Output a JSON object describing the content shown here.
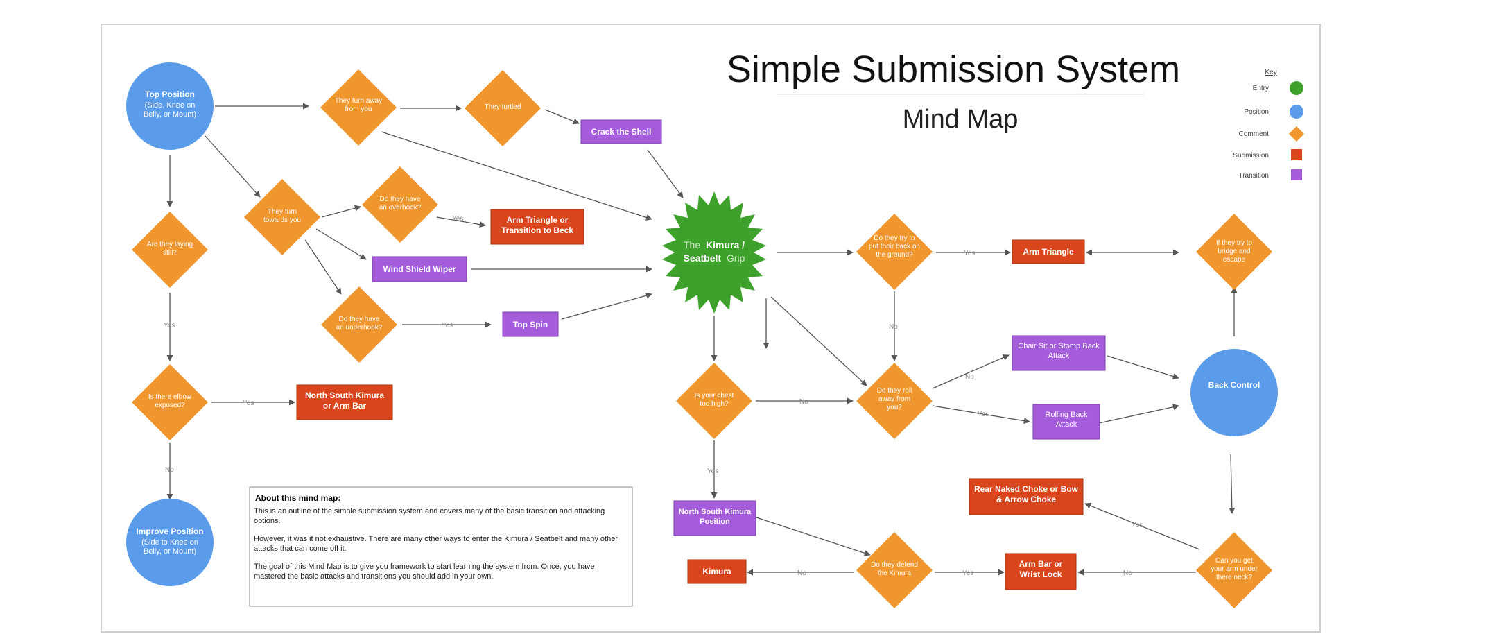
{
  "title": "Simple Submission System",
  "subtitle": "Mind Map",
  "colors": {
    "entry": "#3da12b",
    "position": "#5a9bea",
    "comment": "#f0962f",
    "submission": "#d9461d",
    "transition": "#a65ddc",
    "edge": "#555555"
  },
  "key": {
    "title": "Key",
    "items": [
      {
        "label": "Entry",
        "shape": "circle",
        "color": "#3da12b"
      },
      {
        "label": "Position",
        "shape": "circle",
        "color": "#5a9bea"
      },
      {
        "label": "Comment",
        "shape": "diamond",
        "color": "#f0962f"
      },
      {
        "label": "Submission",
        "shape": "square",
        "color": "#d9461d"
      },
      {
        "label": "Transition",
        "shape": "square",
        "color": "#a65ddc"
      }
    ]
  },
  "nodes": {
    "top_position": {
      "bold": "Top Position",
      "text": "(Side, Knee on Belly, or Mount)"
    },
    "turn_away": {
      "text": "They turn away from you"
    },
    "turtled": {
      "text": "They turtled"
    },
    "crack_shell": {
      "text": "Crack the Shell"
    },
    "turn_towards": {
      "text": "They turn towards you"
    },
    "overhook": {
      "text": "Do they have an overhook?"
    },
    "arm_triangle_beck": {
      "text": "Arm Triangle or Transition to Beck"
    },
    "windshield": {
      "text": "Wind Shield Wiper"
    },
    "underhook": {
      "text": "Do they have an underhook?"
    },
    "top_spin": {
      "text": "Top Spin"
    },
    "laying_still": {
      "text": "Are they laying still?"
    },
    "elbow_exposed": {
      "text": "Is there elbow exposed?"
    },
    "ns_kimura_armbar": {
      "text": "North South Kimura or Arm Bar"
    },
    "improve_position": {
      "bold": "Improve Position",
      "text": "(Side to Knee on Belly, or Mount)"
    },
    "kimura_grip": {
      "pre": "The",
      "bold1": "Kimura /",
      "bold2": "Seatbelt",
      "post": "Grip"
    },
    "put_back": {
      "text": "Do they try to put their back on the ground?"
    },
    "arm_triangle": {
      "text": "Arm Triangle"
    },
    "bridge": {
      "text": "If they try to bridge and escape"
    },
    "chest_high": {
      "text": "Is your chest too high?"
    },
    "roll_away": {
      "text": "Do they roll away from you?"
    },
    "chair_sit": {
      "text": "Chair Sit or Stomp Back Attack"
    },
    "rolling_back": {
      "text": "Rolling Back Attack"
    },
    "back_control": {
      "text": "Back Control"
    },
    "ns_kimura_position": {
      "text": "North South Kimura Position"
    },
    "defend_kimura": {
      "text": "Do they defend the Kimura"
    },
    "kimura": {
      "text": "Kimura"
    },
    "armbar_wrist": {
      "text": "Arm Bar or Wrist Lock"
    },
    "rnc": {
      "text": "Rear Naked Choke or Bow & Arrow Choke"
    },
    "arm_under_neck": {
      "text": "Can you get your arm under there neck?"
    }
  },
  "edge_labels": {
    "yes": "Yes",
    "no": "No"
  },
  "about": {
    "heading": "About this mind map:",
    "p1": "This is an outline of the simple submission system and covers many of the basic transition and attacking options.",
    "p2": "However, it was it not exhaustive. There are many other ways to enter the Kimura / Seatbelt and many other attacks that can come off it.",
    "p3": "The goal of this Mind Map is to give you framework to start learning the system from. Once, you have mastered the basic attacks and transitions you should add in your own."
  }
}
